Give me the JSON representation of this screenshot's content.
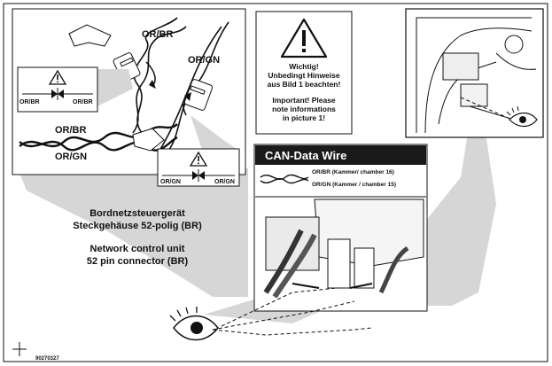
{
  "labels": {
    "orbr": "OR/BR",
    "orgn": "OR/GN"
  },
  "warning": {
    "de": [
      "Wichtig!",
      "Unbedingt Hinweise",
      "aus Bild 1 beachten!"
    ],
    "en": [
      "Important! Please",
      "note informations",
      "in picture 1!"
    ]
  },
  "can_box": {
    "title": "CAN-Data Wire",
    "row1": "OR/BR (Kammer/ chamber 16)",
    "row2": "OR/GN (Kammer / chamber 15)"
  },
  "connector": {
    "de_line1": "Bordnetzsteuergerät",
    "de_line2": "Steckgehäuse 52-polig (BR)",
    "en_line1": "Network control unit",
    "en_line2": "52 pin connector (BR)"
  },
  "doc_number": "90270327",
  "colors": {
    "panel_gray": "#d6d6d6",
    "can_header": "#1a1a1a",
    "stroke": "#111111"
  }
}
